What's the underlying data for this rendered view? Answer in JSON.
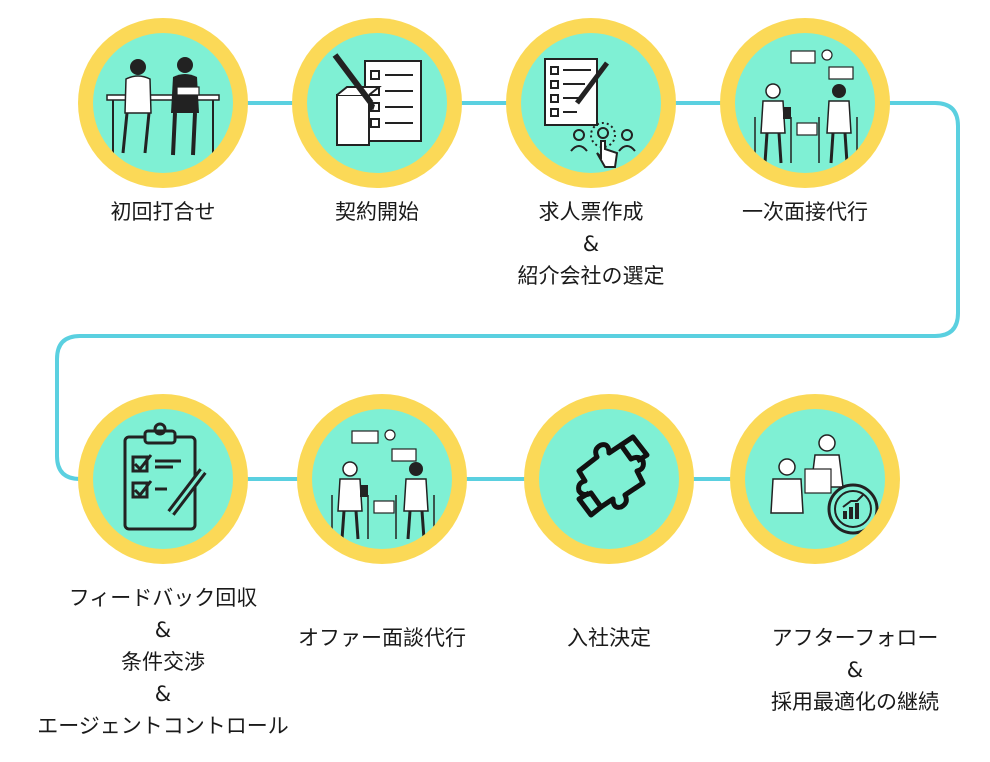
{
  "colors": {
    "connector": "#5ad0e0",
    "ring": "#fbd957",
    "core": "#7ff0d4",
    "ink": "#1a1a1a"
  },
  "steps": [
    {
      "icon": "meeting-people-icon",
      "label_lines": [
        "初回打合せ"
      ]
    },
    {
      "icon": "contract-checklist-icon",
      "label_lines": [
        "契約開始"
      ]
    },
    {
      "icon": "job-form-select-icon",
      "label_lines": [
        "求人票作成",
        "&",
        "紹介会社の選定"
      ]
    },
    {
      "icon": "interview-people-icon",
      "label_lines": [
        "一次面接代行"
      ]
    },
    {
      "icon": "clipboard-checklist-icon",
      "label_lines": [
        "フィードバック回収",
        "&",
        "条件交渉",
        "&",
        "エージェントコントロール"
      ]
    },
    {
      "icon": "offer-interview-icon",
      "label_lines": [
        "オファー面談代行"
      ]
    },
    {
      "icon": "puzzle-icon",
      "label_lines": [
        "入社決定"
      ]
    },
    {
      "icon": "growth-chart-people-icon",
      "label_lines": [
        "アフターフォロー",
        "&",
        "採用最適化の継続"
      ]
    }
  ]
}
